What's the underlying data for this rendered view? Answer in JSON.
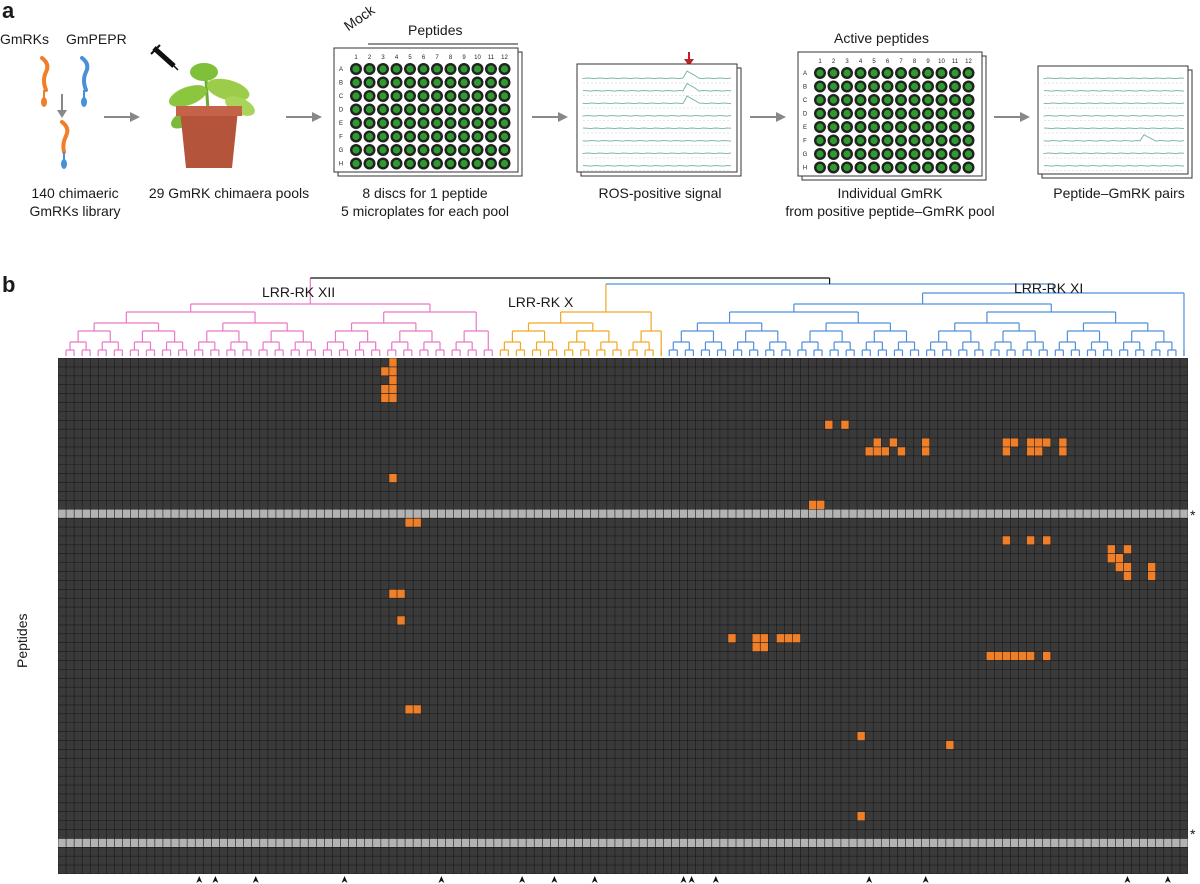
{
  "panel_a": {
    "letter": "a",
    "gmrks_label": "GmRKs",
    "gmpepr_label": "GmPEPR",
    "library_line1": "140 chimaeric",
    "library_line2": "GmRKs library",
    "pools_label": "29 GmRK chimaera pools",
    "mock_label": "Mock",
    "peptides_label": "Peptides",
    "plate_cols": [
      "1",
      "2",
      "3",
      "4",
      "5",
      "6",
      "7",
      "8",
      "9",
      "10",
      "11",
      "12"
    ],
    "plate_rows": [
      "A",
      "B",
      "C",
      "D",
      "E",
      "F",
      "G",
      "H"
    ],
    "discs_line1": "8 discs for 1 peptide",
    "discs_line2": "5 microplates for each pool",
    "ros_label": "ROS-positive signal",
    "active_label": "Active peptides",
    "individual_line1": "Individual GmRK",
    "individual_line2": "from positive peptide–GmRK pool",
    "pairs_label": "Peptide–GmRK pairs",
    "colors": {
      "gmrk": "#f07f2a",
      "gmpepr": "#4a90d9",
      "well_green": "#2f9a2f",
      "arrow": "#888888",
      "red_arrow": "#c0202a"
    }
  },
  "panel_b": {
    "letter": "b",
    "clade_xii": "LRR-RK XII",
    "clade_x": "LRR-RK X",
    "clade_xi": "LRR-RK XI",
    "y_label": "Peptides",
    "star": "*",
    "colors": {
      "xii": "#e879c6",
      "x": "#f2a623",
      "xi": "#4f8fdc",
      "background_cell": "#3a3a3a",
      "grid_line": "#1a1a1a",
      "positive": "#f07f2a",
      "highlight_row": "#b3b3b3"
    },
    "heatmap": {
      "columns": 140,
      "rows": 58,
      "highlight_rows": [
        17,
        54
      ],
      "positives": [
        [
          1,
          40
        ],
        [
          0,
          41
        ],
        [
          1,
          41
        ],
        [
          2,
          41
        ],
        [
          3,
          41
        ],
        [
          4,
          41
        ],
        [
          3,
          40
        ],
        [
          4,
          40
        ],
        [
          13,
          41
        ],
        [
          7,
          95
        ],
        [
          7,
          97
        ],
        [
          9,
          101
        ],
        [
          10,
          100
        ],
        [
          10,
          101
        ],
        [
          10,
          102
        ],
        [
          9,
          103
        ],
        [
          10,
          104
        ],
        [
          9,
          107
        ],
        [
          10,
          107
        ],
        [
          9,
          117
        ],
        [
          10,
          117
        ],
        [
          9,
          118
        ],
        [
          9,
          120
        ],
        [
          10,
          120
        ],
        [
          9,
          121
        ],
        [
          10,
          121
        ],
        [
          9,
          122
        ],
        [
          9,
          124
        ],
        [
          10,
          124
        ],
        [
          16,
          93
        ],
        [
          16,
          94
        ],
        [
          18,
          43
        ],
        [
          18,
          44
        ],
        [
          20,
          117
        ],
        [
          20,
          120
        ],
        [
          20,
          122
        ],
        [
          21,
          130
        ],
        [
          22,
          130
        ],
        [
          22,
          131
        ],
        [
          23,
          131
        ],
        [
          21,
          132
        ],
        [
          23,
          132
        ],
        [
          24,
          132
        ],
        [
          23,
          135
        ],
        [
          24,
          135
        ],
        [
          26,
          41
        ],
        [
          26,
          42
        ],
        [
          29,
          42
        ],
        [
          31,
          83
        ],
        [
          31,
          86
        ],
        [
          31,
          87
        ],
        [
          32,
          86
        ],
        [
          32,
          87
        ],
        [
          31,
          89
        ],
        [
          31,
          90
        ],
        [
          31,
          91
        ],
        [
          33,
          115
        ],
        [
          33,
          116
        ],
        [
          33,
          117
        ],
        [
          33,
          118
        ],
        [
          33,
          119
        ],
        [
          33,
          120
        ],
        [
          33,
          122
        ],
        [
          39,
          43
        ],
        [
          39,
          44
        ],
        [
          42,
          99
        ],
        [
          43,
          110
        ],
        [
          51,
          99
        ]
      ],
      "arrow_columns": [
        17,
        19,
        24,
        35,
        47,
        57,
        61,
        66,
        77,
        78,
        81,
        100,
        107,
        132,
        137
      ]
    }
  }
}
